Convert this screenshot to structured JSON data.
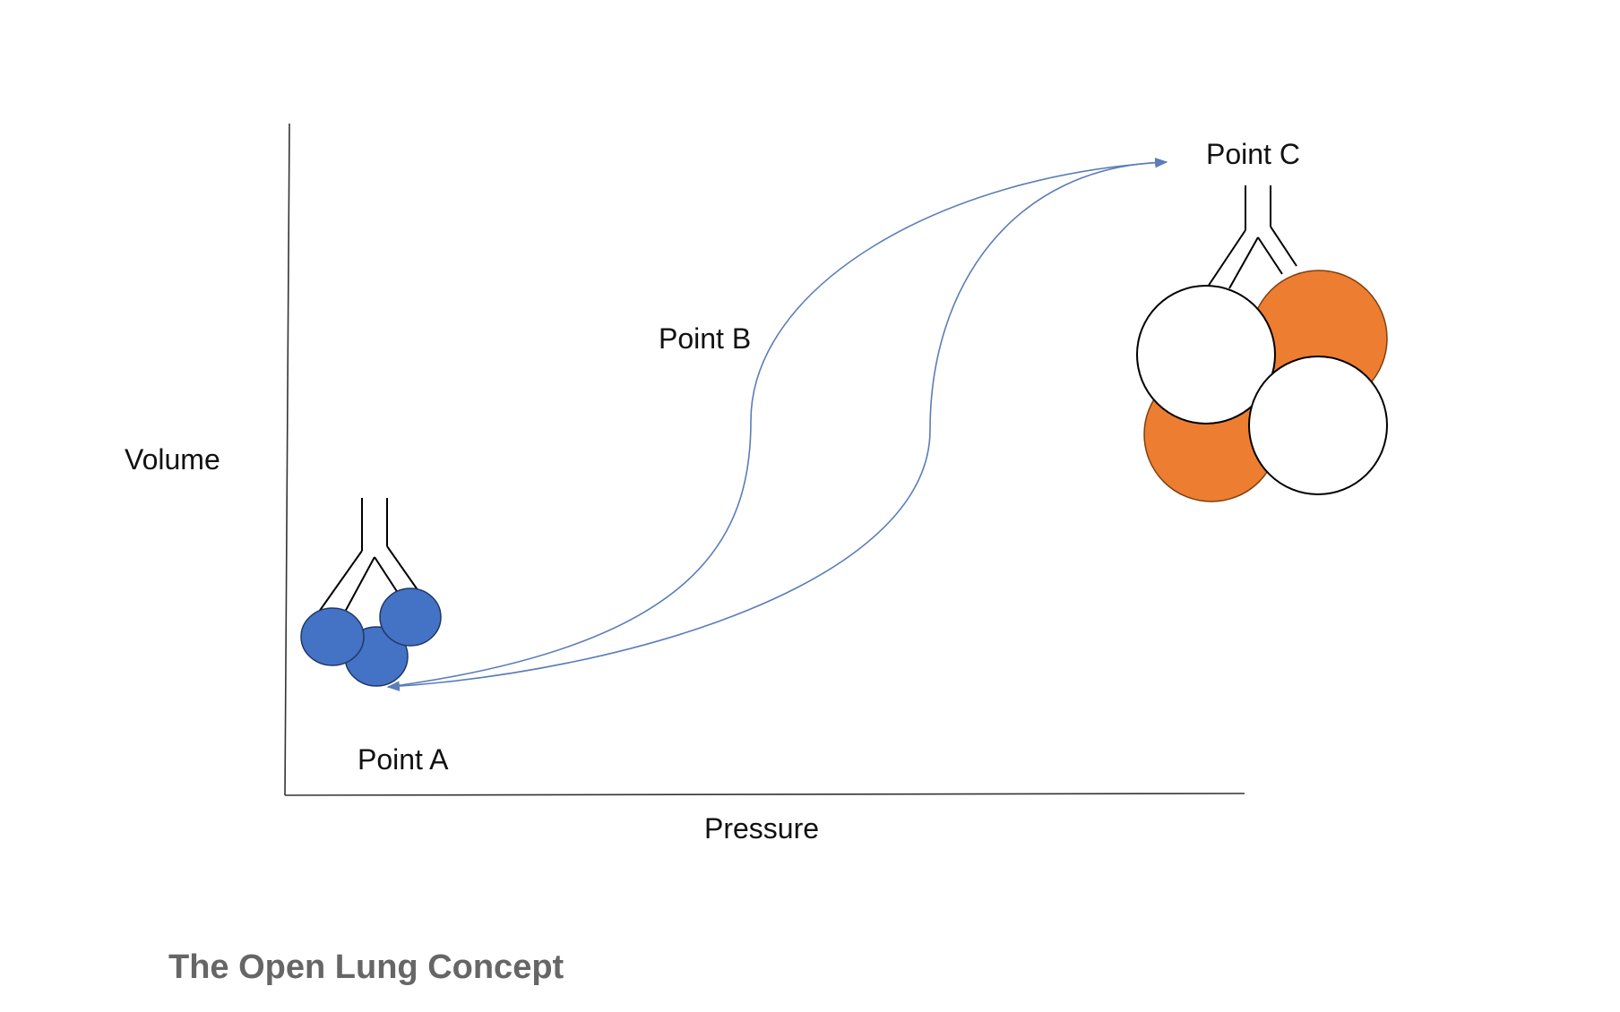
{
  "labels": {
    "y_axis": "Volume",
    "x_axis": "Pressure",
    "point_a": "Point A",
    "point_b": "Point B",
    "point_c": "Point C"
  },
  "caption": "The Open Lung Concept",
  "colors": {
    "collapsed_alveoli": "#4472C4",
    "alveoli_orange": "#ED7D31",
    "curve": "#5B7DB8",
    "axis": "#333333",
    "caption": "#666666"
  }
}
